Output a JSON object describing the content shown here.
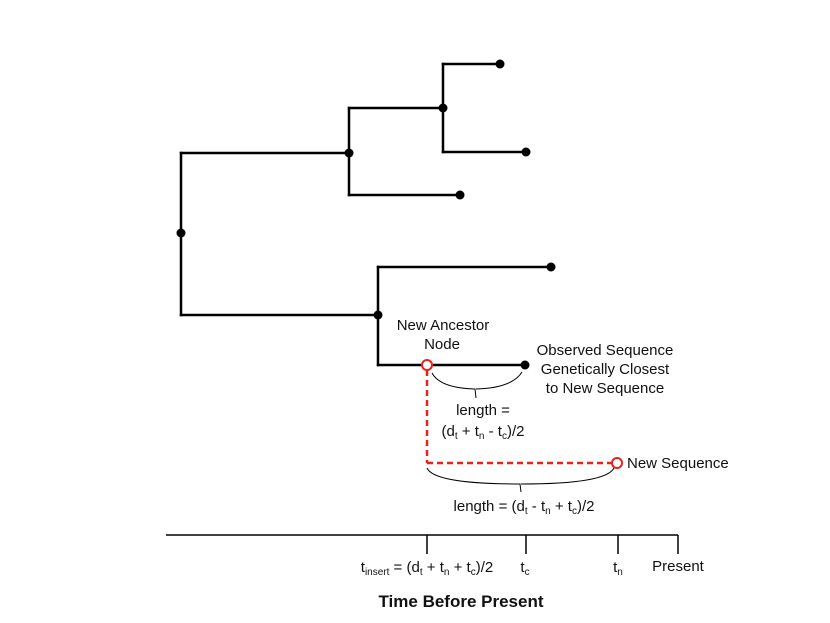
{
  "labels": {
    "new_ancestor_line1": "New Ancestor",
    "new_ancestor_line2": "Node",
    "observed_line1": "Observed Sequence",
    "observed_line2": "Genetically Closest",
    "observed_line3": "to New Sequence",
    "new_sequence": "New Sequence",
    "length1_line1": "length =",
    "length1_line2": "(d",
    "length1_sub_t": "t",
    "length1_plus_t": " + t",
    "length1_sub_n": "n",
    "length1_minus_t": " - t",
    "length1_sub_c": "c",
    "length1_close": ")/2",
    "length2_prefix": "length = (d",
    "length2_sub_t": "t",
    "length2_minus_t": " - t",
    "length2_sub_n": "n",
    "length2_plus_t": " + t",
    "length2_sub_c": "c",
    "length2_close": ")/2"
  },
  "axis": {
    "title": "Time Before Present",
    "tinsert_t": "t",
    "tinsert_sub": "insert",
    "tinsert_eq": " = (d",
    "tinsert_sub_t": "t",
    "tinsert_plus_t1": " + t",
    "tinsert_sub_n": "n",
    "tinsert_plus_t2": " + t",
    "tinsert_sub_c": "c",
    "tinsert_close": ")/2",
    "tc_t": "t",
    "tc_sub": "c",
    "tn_t": "t",
    "tn_sub": "n",
    "present": "Present"
  },
  "colors": {
    "tree": "#000000",
    "insertion": "#e8231e"
  }
}
